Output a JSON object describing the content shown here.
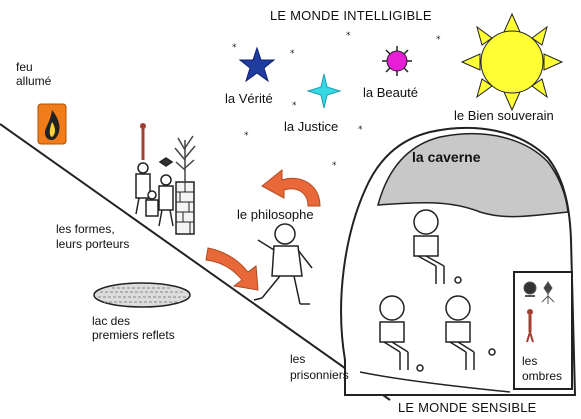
{
  "title_top": "LE MONDE INTELLIGIBLE",
  "title_bottom": "LE MONDE SENSIBLE",
  "labels": {
    "feu": "feu",
    "allume": "allumé",
    "verite": "la Vérité",
    "justice": "la Justice",
    "beaute": "la Beauté",
    "bien": "le Bien souverain",
    "caverne": "la caverne",
    "philosophe": "le philosophe",
    "formes_1": "les formes,",
    "formes_2": "leurs porteurs",
    "lac_1": "lac des",
    "lac_2": "premiers reflets",
    "prisonniers_1": "les",
    "prisonniers_2": "prisonniers",
    "ombres_1": "les",
    "ombres_2": "ombres"
  },
  "colors": {
    "star_verite": "#1f3c9e",
    "star_justice": "#36d8e6",
    "star_beaute": "#e61ed6",
    "sun": "#ffff33",
    "cave": "#c8c8c8",
    "arrow": "#e8683a",
    "fire": "#f07d1a"
  }
}
